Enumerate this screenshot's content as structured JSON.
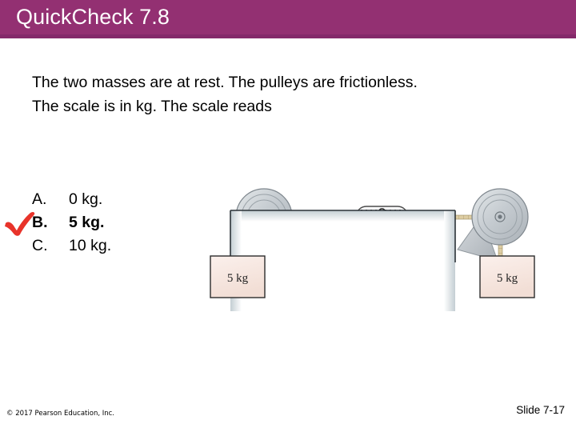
{
  "slide": {
    "title": "QuickCheck 7.8",
    "title_bar_color": "#933072",
    "title_bar_shadow_color": "#84296a"
  },
  "question": {
    "line1": "The two masses are at rest. The pulleys are frictionless.",
    "line2": "The scale is in kg. The scale reads"
  },
  "answers": {
    "items": [
      {
        "letter": "A.",
        "text": "0 kg.",
        "selected": false
      },
      {
        "letter": "B.",
        "text": "5 kg.",
        "selected": true
      },
      {
        "letter": "C.",
        "text": "10 kg.",
        "selected": false
      }
    ],
    "check_mark_color": "#e8332a",
    "correct_letter": "B."
  },
  "figure": {
    "name": "two-pulleys-spring-scale-diagram",
    "left_block_label": "5 kg",
    "right_block_label": "5 kg",
    "block_fill_color": "#f7e4dd",
    "rope_color": "#d9c79a",
    "pulley_color": "#c9ced3",
    "scale_label": "",
    "table_color": "#ffffff"
  },
  "footer": {
    "copyright": "© 2017 Pearson Education, Inc.",
    "slide_number": "Slide 7-17"
  }
}
